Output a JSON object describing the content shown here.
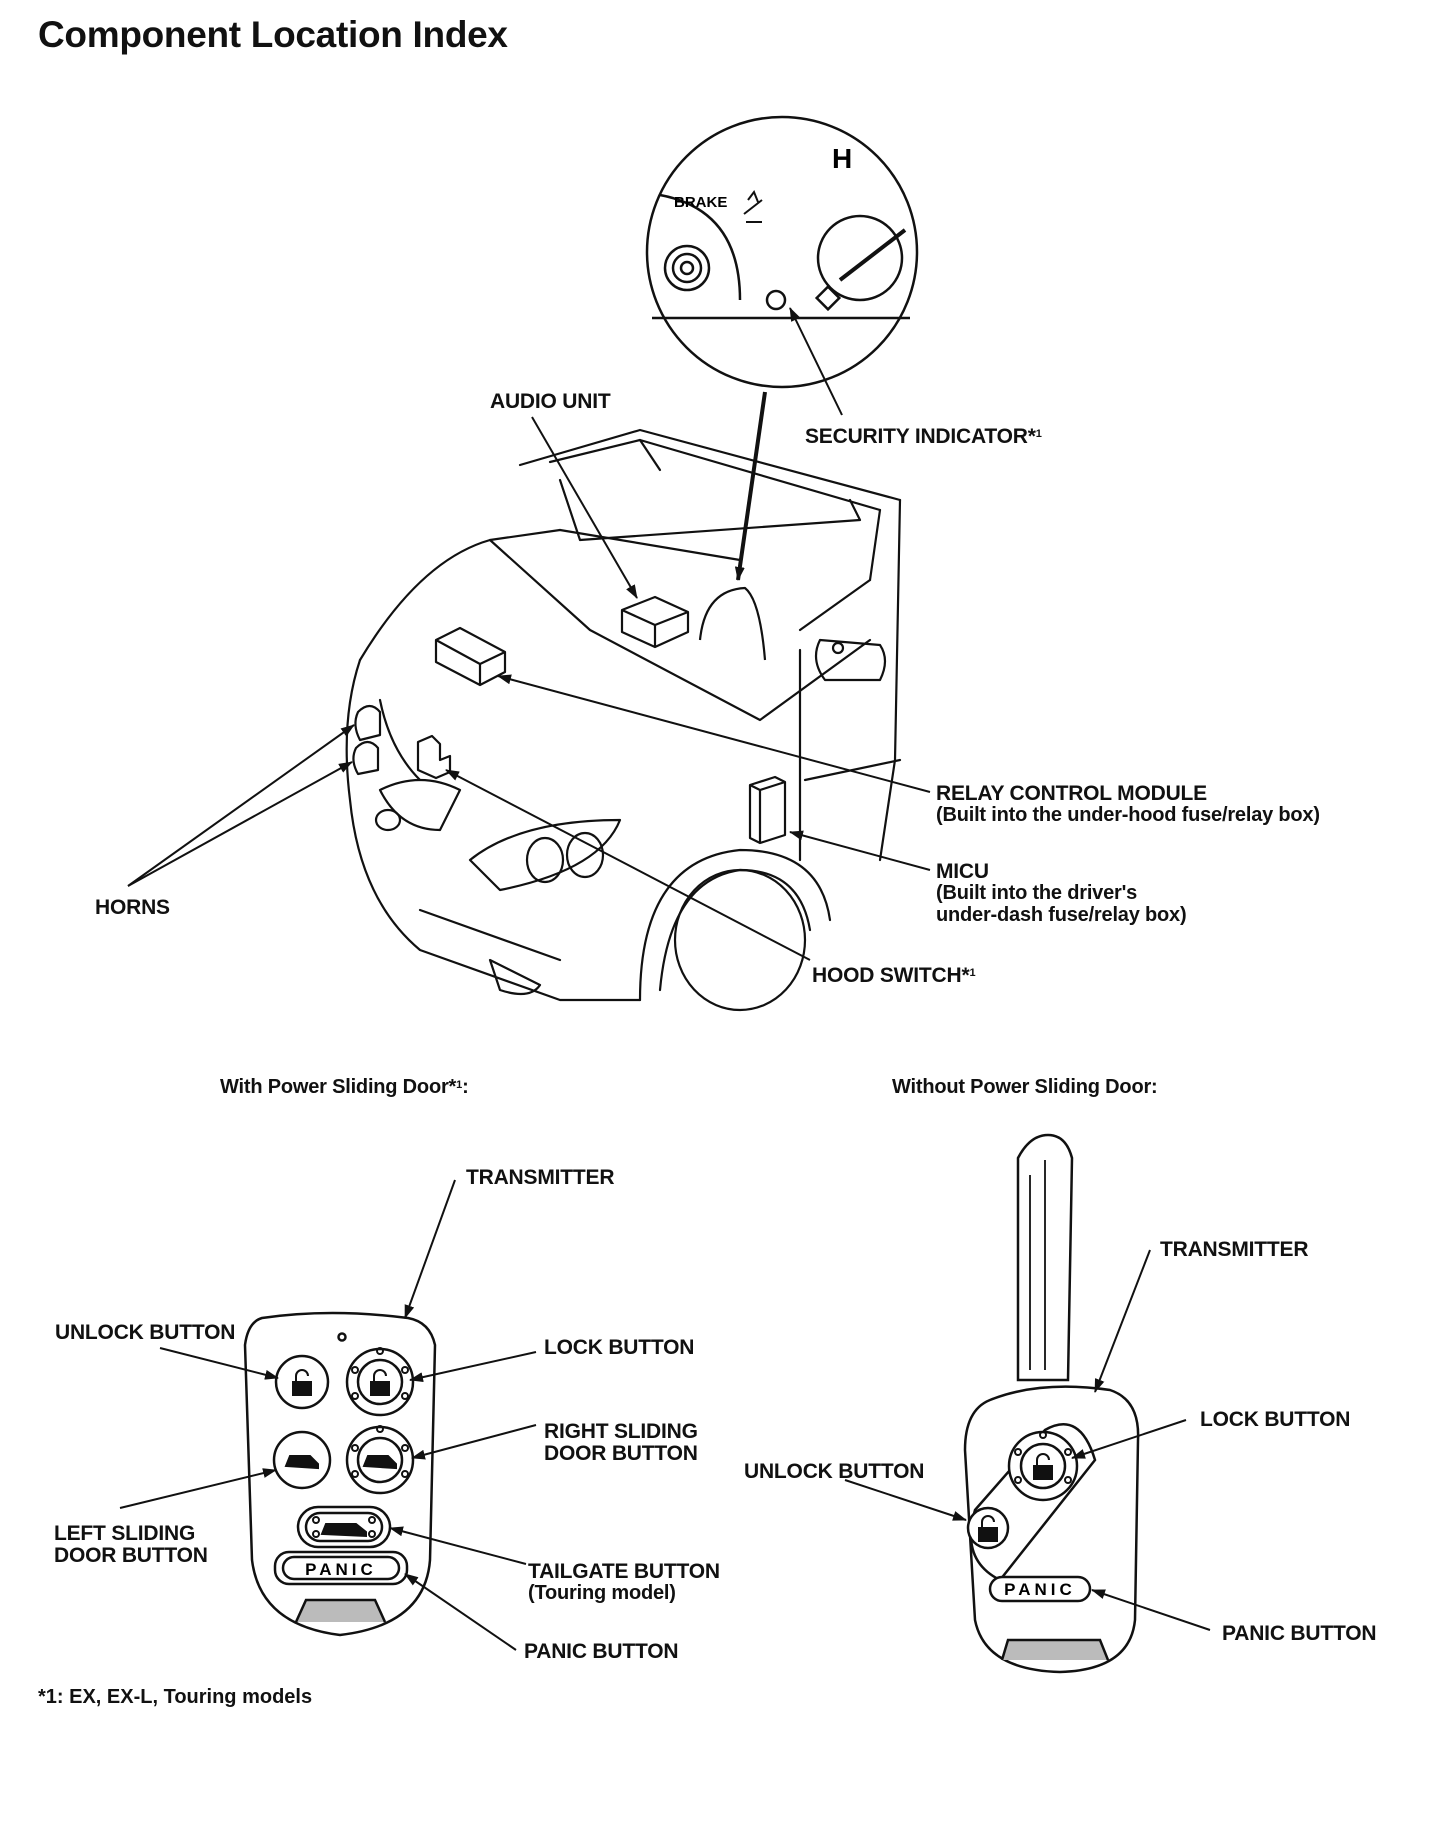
{
  "title": "Component Location Index",
  "gauge": {
    "h_label": "H",
    "brake_label": "BRAKE"
  },
  "labels": {
    "audio_unit": "AUDIO UNIT",
    "security_indicator": "SECURITY INDICATOR*",
    "security_indicator_sup": "1",
    "relay_control_module": "RELAY CONTROL MODULE",
    "relay_control_module_note": "(Built into the under-hood fuse/relay box)",
    "micu": "MICU",
    "micu_note_1": "(Built into the driver's",
    "micu_note_2": "under-dash fuse/relay box)",
    "horns": "HORNS",
    "hood_switch": "HOOD SWITCH*",
    "hood_switch_sup": "1"
  },
  "with_power_sliding_door": {
    "heading": "With Power Sliding Door*",
    "heading_sup": "1",
    "heading_colon": ":",
    "transmitter": "TRANSMITTER",
    "unlock_button": "UNLOCK BUTTON",
    "lock_button": "LOCK BUTTON",
    "right_sliding_1": "RIGHT SLIDING",
    "right_sliding_2": "DOOR BUTTON",
    "left_sliding_1": "LEFT SLIDING",
    "left_sliding_2": "DOOR BUTTON",
    "tailgate_button": "TAILGATE BUTTON",
    "tailgate_note": "(Touring model)",
    "panic_button": "PANIC BUTTON",
    "panic_text": "PANIC"
  },
  "without_power_sliding_door": {
    "heading": "Without Power Sliding Door:",
    "transmitter": "TRANSMITTER",
    "lock_button": "LOCK BUTTON",
    "unlock_button": "UNLOCK BUTTON",
    "panic_button": "PANIC BUTTON",
    "panic_text": "PANIC"
  },
  "footnote": "*1: EX, EX-L, Touring models"
}
